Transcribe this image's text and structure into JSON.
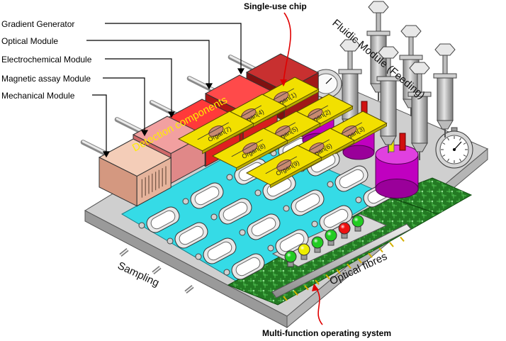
{
  "labels": {
    "gradient_generator": "Gradient Generator",
    "optical_module": "Optical Module",
    "electrochemical_module": "Electrochemical Module",
    "magnetic_assay_module": "Magnetic assay  Module",
    "mechanical_module": "Mechanical Module",
    "single_use_chip": "Single-use chip",
    "fluidic_module": "Fluidic Module (Feeding)",
    "detection_components": "Detection  components",
    "sampling": "Sampling",
    "optical_fibres": "Optical fibres",
    "multi_function_os": "Multi-function operating system"
  },
  "organs": [
    "Organ(1)",
    "Organ(2)",
    "Organ(3)",
    "Organ(4)",
    "Organ(5)",
    "Organ(6)",
    "Organ(7)",
    "Organ(8)",
    "Organ(9)"
  ],
  "colors": {
    "base_plate": "#c8c8c8",
    "cyan_plate": "#33dde8",
    "chip_yellow": "#f2e000",
    "module_dark_red": "#a01010",
    "module_red": "#d81e1e",
    "module_pink": "#e89090",
    "module_peach": "#f0c0a8",
    "reservoir_magenta": "#c000c0",
    "pcb_green": "#2a8a2a",
    "arrow_red": "#e00000"
  }
}
